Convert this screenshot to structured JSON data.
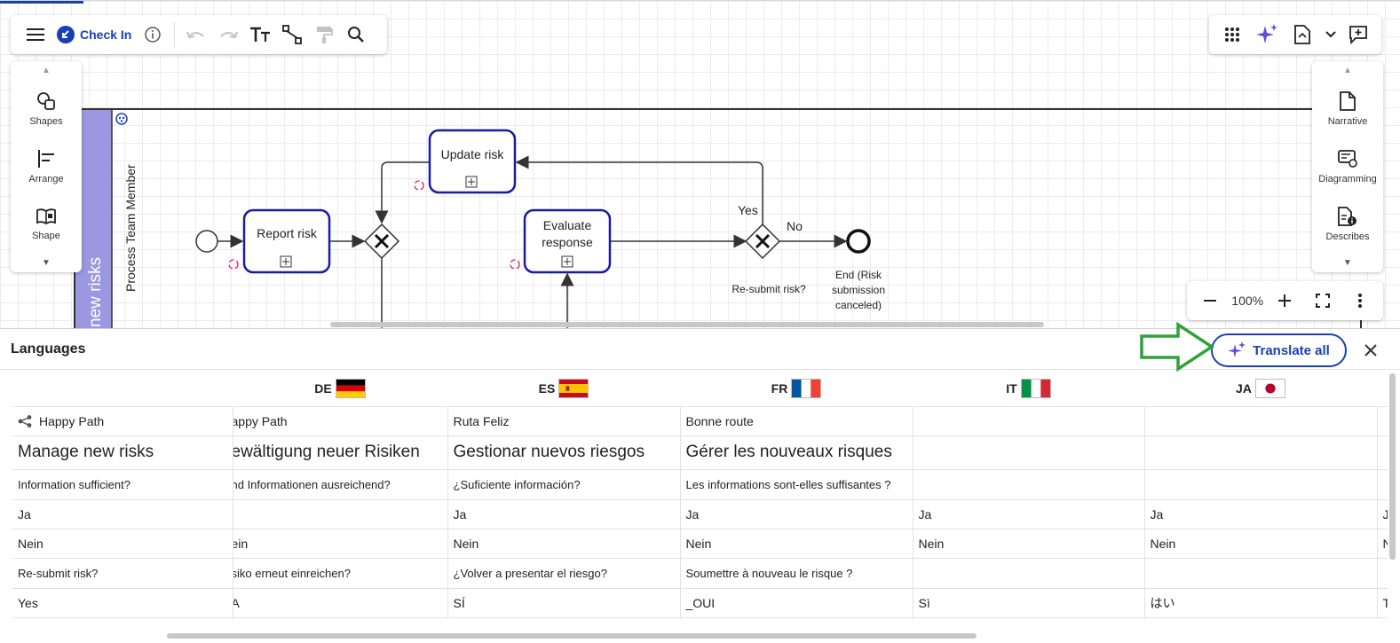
{
  "toolbar": {
    "checkin_label": "Check In"
  },
  "left_panel": {
    "items": [
      {
        "label": "Shapes",
        "icon": "shapes-icon"
      },
      {
        "label": "Arrange",
        "icon": "arrange-icon"
      },
      {
        "label": "Shape",
        "icon": "shape-library-icon"
      }
    ]
  },
  "right_panel": {
    "items": [
      {
        "label": "Narrative",
        "icon": "document-icon"
      },
      {
        "label": "Diagramming",
        "icon": "diagramming-icon"
      },
      {
        "label": "Describes",
        "icon": "describes-icon"
      }
    ]
  },
  "zoom": {
    "value": "100%"
  },
  "diagram": {
    "pool_label": "new risks",
    "lane_label": "Process Team Member",
    "tasks": {
      "report": "Report risk",
      "update": "Update risk",
      "evaluate_line1": "Evaluate",
      "evaluate_line2": "response"
    },
    "labels": {
      "yes": "Yes",
      "no": "No",
      "resubmit": "Re-submit risk?",
      "end_line1": "End (Risk",
      "end_line2": "submission",
      "end_line3": "canceled)"
    }
  },
  "languages": {
    "title": "Languages",
    "translate_all_label": "Translate all",
    "columns": [
      {
        "code": "",
        "flag": ""
      },
      {
        "code": "DE",
        "flag": "de"
      },
      {
        "code": "ES",
        "flag": "es"
      },
      {
        "code": "FR",
        "flag": "fr"
      },
      {
        "code": "IT",
        "flag": "it"
      },
      {
        "code": "JA",
        "flag": "ja"
      }
    ],
    "rows": [
      {
        "size": "s",
        "cells": [
          "Happy Path",
          "appy Path",
          "Ruta Feliz",
          "Bonne route",
          "",
          "",
          ""
        ]
      },
      {
        "size": "l",
        "cells": [
          "Manage new risks",
          "ewältigung neuer Risiken",
          "Gestionar nuevos riesgos",
          "Gérer les nouveaux risques",
          "",
          "",
          ""
        ]
      },
      {
        "size": "xs",
        "cells": [
          "Information sufficient?",
          "nd Informationen ausreichend?",
          "¿Suficiente información?",
          "Les informations sont-elles suffisantes ?",
          "",
          "",
          ""
        ]
      },
      {
        "size": "s",
        "cells": [
          "Ja",
          "",
          "Ja",
          "Ja",
          "Ja",
          "Ja",
          "Ja"
        ]
      },
      {
        "size": "s",
        "cells": [
          "Nein",
          "ein",
          "Nein",
          "Nein",
          "Nein",
          "Nein",
          "N"
        ]
      },
      {
        "size": "xs",
        "cells": [
          "Re-submit risk?",
          "siko erneut einreichen?",
          "¿Volver a presentar el riesgo?",
          "Soumettre à nouveau le risque ?",
          "",
          "",
          ""
        ]
      },
      {
        "size": "s",
        "cells": [
          "Yes",
          "A",
          "SÍ",
          "_OUI",
          "Sì",
          "はい",
          "T"
        ]
      }
    ]
  },
  "colors": {
    "accent": "#1a3fb5",
    "pool": "#9b97e0",
    "arrow_green": "#2ea33a",
    "loop_marker": "#e0397a"
  }
}
